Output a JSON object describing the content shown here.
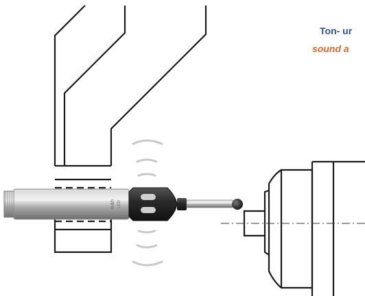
{
  "captions": {
    "line1": "Ton- ur",
    "line2": "sound a"
  },
  "probe_labels": {
    "brand": "m&h",
    "model": "LED"
  },
  "colors": {
    "caption_line1": "#2f4f91",
    "caption_line2": "#e0662a",
    "outline": "#1a1a1a",
    "probe_body": "#a6a6a6",
    "probe_tip": "#2b2b2b",
    "sound_waves": "#c8c8c8",
    "background": "#ffffff"
  },
  "icons": {
    "sound_waves": "sound-wave-icon"
  }
}
